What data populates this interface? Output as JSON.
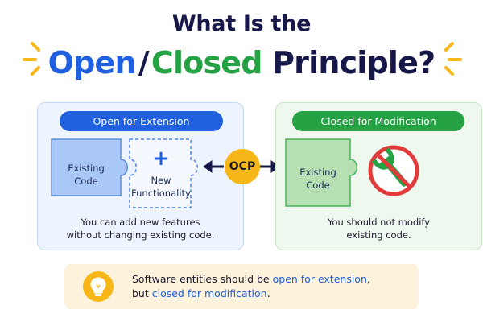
{
  "title": {
    "line1": "What Is the",
    "word_open": "Open",
    "slash": "/",
    "word_closed": "Closed",
    "word_principle": "Principle?"
  },
  "left_panel": {
    "pill": "Open for Extension",
    "piece_existing_line1": "Existing",
    "piece_existing_line2": "Code",
    "plus_symbol": "+",
    "piece_new_line1": "New",
    "piece_new_line2": "Functionality",
    "desc_line1": "You can add new features",
    "desc_line2": "without changing existing code."
  },
  "center": {
    "badge": "OCP"
  },
  "right_panel": {
    "pill": "Closed for Modification",
    "piece_existing_line1": "Existing",
    "piece_existing_line2": "Code",
    "desc_line1": "You should not modify",
    "desc_line2": "existing code."
  },
  "bottom": {
    "part1": "Software entities should be ",
    "highlight_open": "open for extension",
    "part2": ",",
    "part3": "but ",
    "highlight_closed": "closed for modification",
    "part4": "."
  },
  "icons": {
    "sparkle_left": "sparkle-rays-icon",
    "sparkle_right": "sparkle-rays-icon",
    "plus": "plus-icon",
    "wrench": "wrench-icon",
    "prohibited": "no-symbol-icon",
    "bulb": "lightbulb-icon",
    "arrow_left": "arrow-left-icon",
    "arrow_right": "arrow-right-icon"
  },
  "colors": {
    "navy": "#17184a",
    "blue": "#1f5fe0",
    "green": "#25a244",
    "red": "#e23b3b",
    "yellow": "#f8b719"
  }
}
